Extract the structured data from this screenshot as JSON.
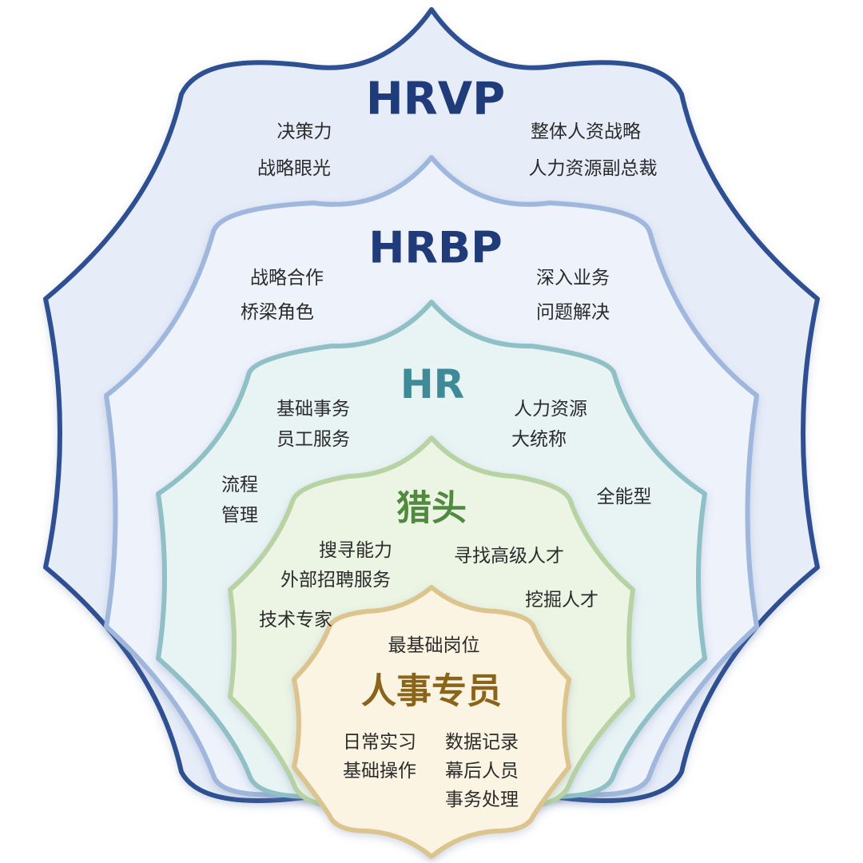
{
  "diagram": {
    "levels": [
      {
        "id": "hrvp",
        "title": "HRVP",
        "keywords": [
          "决策力",
          "战略眼光",
          "整体人资战略",
          "人力资源副总裁"
        ],
        "title_color": "#1f3b7a",
        "stroke_color": "#2f4f91",
        "fill_color": "#e6ecf8"
      },
      {
        "id": "hrbp",
        "title": "HRBP",
        "keywords": [
          "战略合作",
          "桥梁角色",
          "深入业务",
          "问题解决"
        ],
        "title_color": "#1f3b7a",
        "stroke_color": "#9fb6dd",
        "fill_color": "#edf2fb"
      },
      {
        "id": "hr",
        "title": "HR",
        "keywords": [
          "基础事务",
          "员工服务",
          "人力资源",
          "大统称",
          "流程",
          "管理",
          "全能型"
        ],
        "title_color": "#3f8a98",
        "stroke_color": "#8fc0c6",
        "fill_color": "#e8f3f4"
      },
      {
        "id": "headhunter",
        "title": "猎头",
        "keywords": [
          "搜寻能力",
          "外部招聘服务",
          "寻找高级人才",
          "挖掘人才",
          "技术专家"
        ],
        "title_color": "#4f8a3e",
        "stroke_color": "#b7d3a4",
        "fill_color": "#ecf4e4"
      },
      {
        "id": "specialist",
        "title": "人事专员",
        "keywords": [
          "最基础岗位",
          "日常实习",
          "基础操作",
          "数据记录",
          "幕后人员",
          "事务处理"
        ],
        "title_color": "#8a6418",
        "stroke_color": "#dcc48f",
        "fill_color": "#fbf4e2"
      }
    ]
  }
}
